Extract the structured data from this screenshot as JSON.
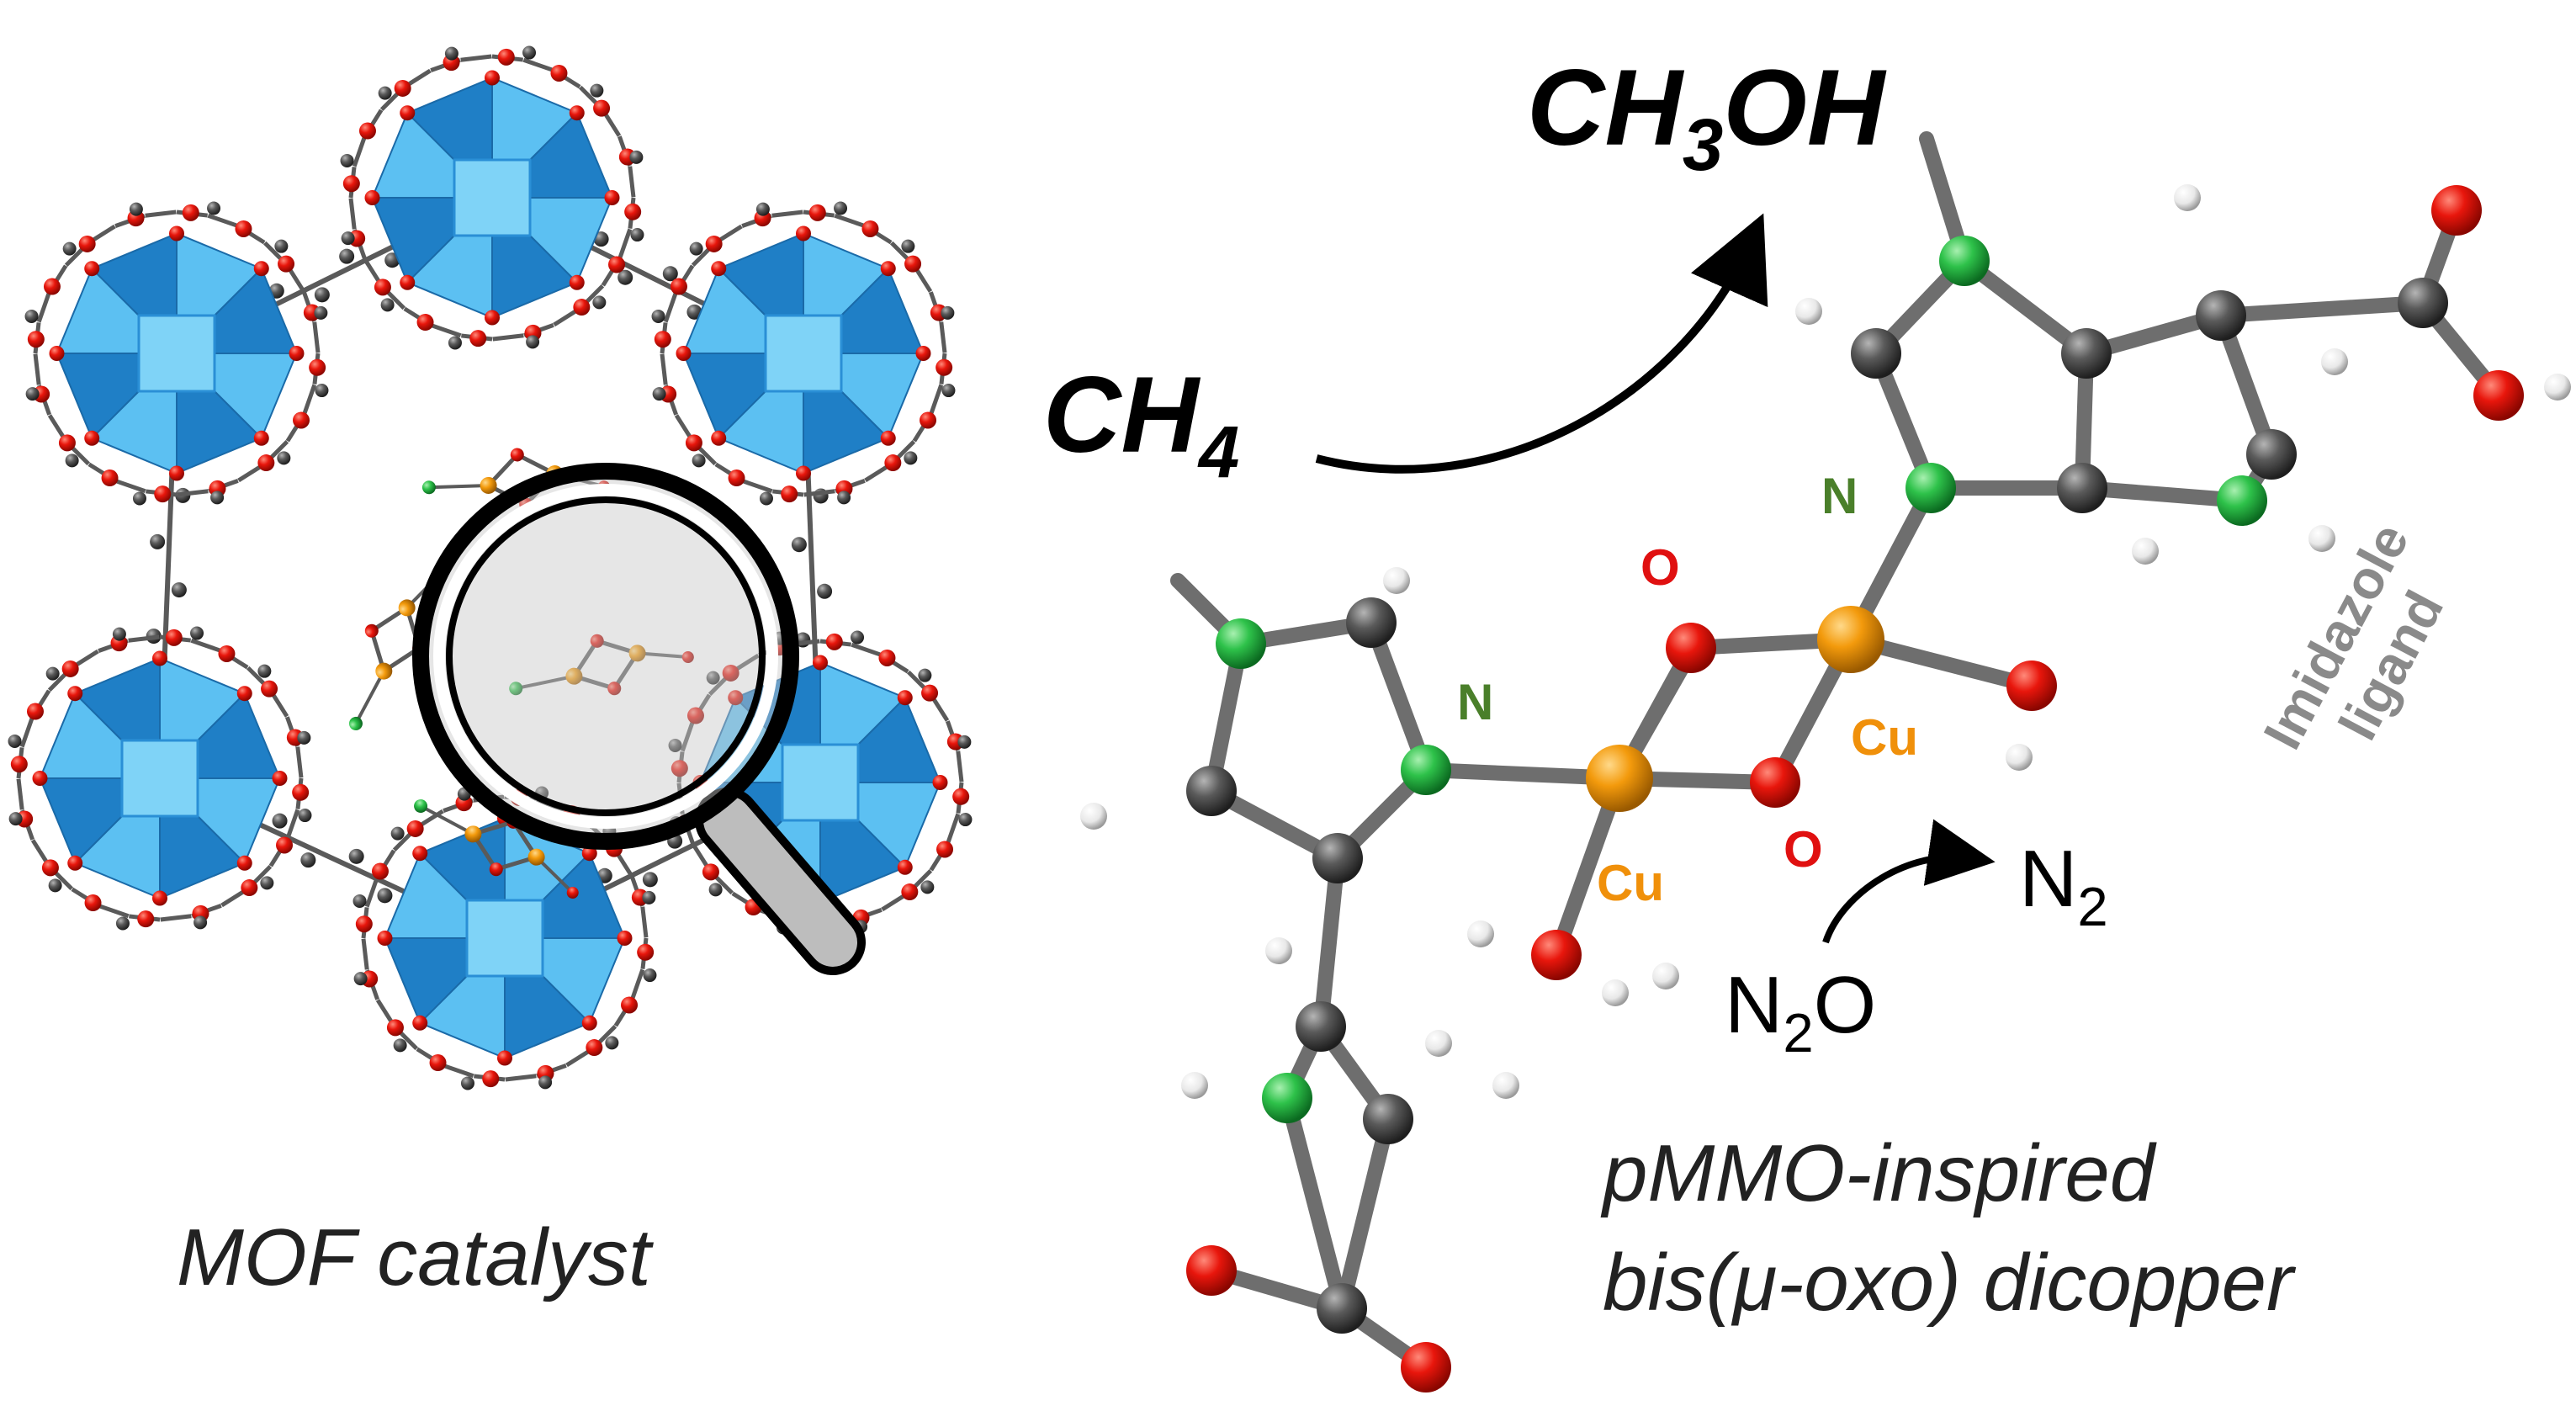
{
  "diagram": {
    "mof_caption": "MOF catalyst",
    "reactant": {
      "main": "CH",
      "sub": "4"
    },
    "product": {
      "main_a": "CH",
      "sub": "3",
      "main_b": "OH"
    },
    "oxidant": {
      "main_a": "N",
      "sub": "2",
      "main_b": "O"
    },
    "byproduct": {
      "main": "N",
      "sub": "2"
    },
    "atom_labels": {
      "n_left": "N",
      "n_right": "N",
      "o_top": "O",
      "o_bottom": "O",
      "cu_left": "Cu",
      "cu_right": "Cu"
    },
    "ligand_label_line1": "Imidazole",
    "ligand_label_line2": "ligand",
    "core_caption_line1": "pMMO-inspired",
    "core_caption_line2": "bis(μ-oxo) dicopper",
    "colors": {
      "polyhedra": "#3fa9e8",
      "polyhedra_dark": "#1f7fc6",
      "oxygen": "#e8160c",
      "carbon": "#5a5a5a",
      "nitrogen": "#2ec24a",
      "copper": "#f39a0c",
      "hydrogen": "#f2f2f2"
    }
  }
}
